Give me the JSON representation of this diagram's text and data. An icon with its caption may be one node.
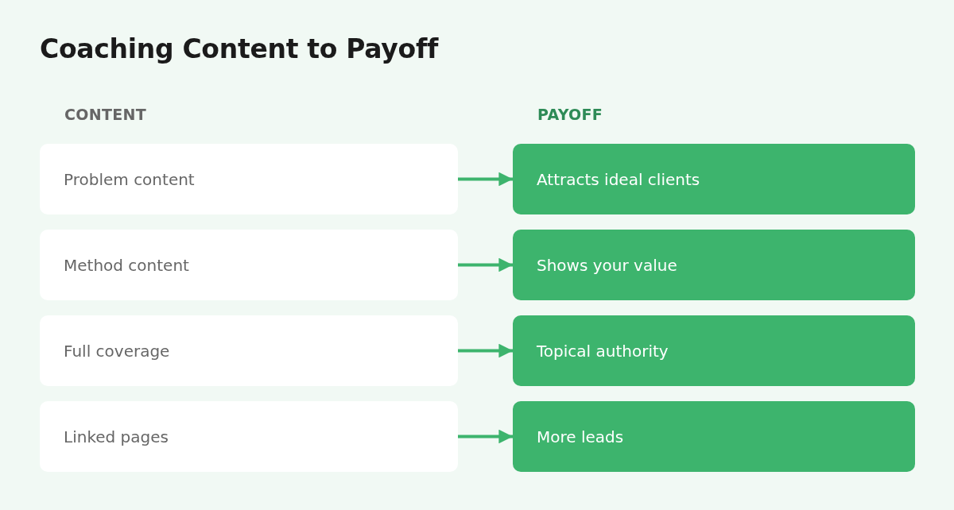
{
  "diagram": {
    "title": "Coaching Content to Payoff",
    "nodes": [
      {
        "text": [
          "Problem content"
        ]
      },
      {
        "text": [
          "Attracts ideal clients"
        ]
      },
      {
        "text": [
          "Method content"
        ]
      },
      {
        "text": [
          "Shows your value"
        ]
      },
      {
        "text": [
          "Full coverage"
        ]
      },
      {
        "text": [
          "Topical authority"
        ]
      },
      {
        "text": [
          "Linked pages"
        ]
      },
      {
        "text": [
          "More leads"
        ]
      }
    ],
    "edges": [
      {
        "from": 0,
        "to": 1,
        "arrow": "to"
      },
      {
        "from": 2,
        "to": 3,
        "arrow": "to"
      },
      {
        "from": 4,
        "to": 5,
        "arrow": "to"
      },
      {
        "from": 6,
        "to": 7,
        "arrow": "to"
      }
    ],
    "labels": [
      "CONTENT",
      "PAYOFF"
    ]
  }
}
